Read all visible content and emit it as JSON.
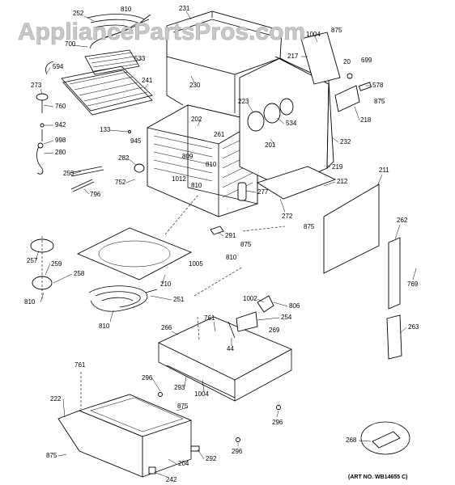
{
  "watermark": "AppliancePartsPros.com",
  "art_number": "(ART NO. WB14655 C)",
  "callouts": [
    "252",
    "810",
    "700",
    "533",
    "241",
    "594",
    "273",
    "760",
    "942",
    "998",
    "280",
    "133",
    "945",
    "282",
    "253",
    "796",
    "752",
    "1012",
    "810",
    "231",
    "230",
    "202",
    "261",
    "809",
    "810",
    "223",
    "534",
    "201",
    "1004",
    "875",
    "217",
    "20",
    "699",
    "578",
    "875",
    "218",
    "232",
    "219",
    "212",
    "211",
    "277",
    "272",
    "875",
    "262",
    "291",
    "875",
    "810",
    "1005",
    "769",
    "263",
    "257",
    "259",
    "258",
    "810",
    "210",
    "251",
    "810",
    "1002",
    "806",
    "254",
    "761",
    "266",
    "269",
    "44",
    "296",
    "293",
    "1004",
    "875",
    "761",
    "222",
    "204",
    "292",
    "875",
    "296",
    "296",
    "242",
    "268"
  ]
}
